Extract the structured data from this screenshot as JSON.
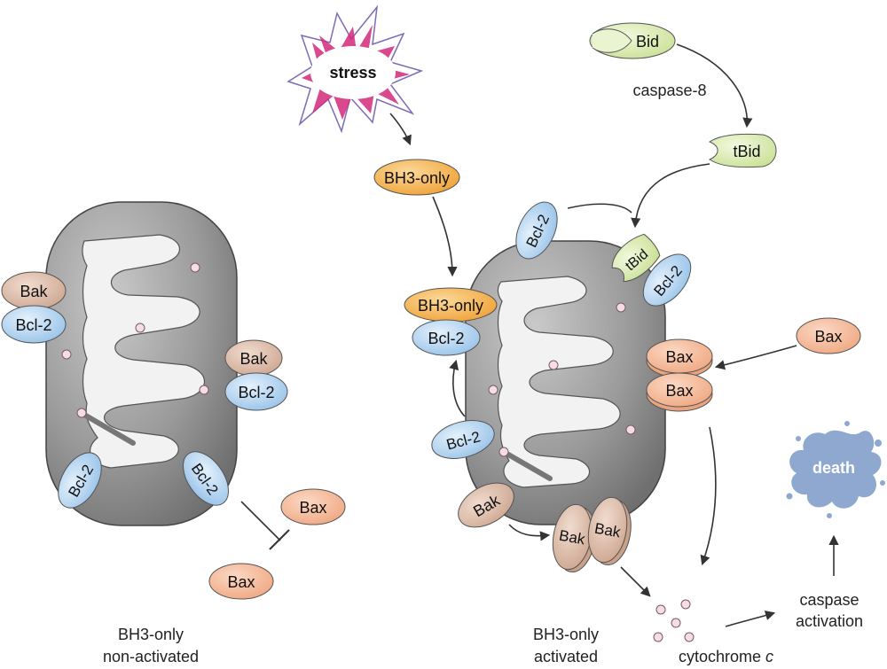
{
  "labels": {
    "stress": "stress",
    "bid": "Bid",
    "caspase8": "caspase-8",
    "tbid": "tBid",
    "bh3only": "BH3-only",
    "bcl2": "Bcl-2",
    "bak": "Bak",
    "bax": "Bax",
    "death": "death",
    "caspase": "caspase",
    "activation": "activation",
    "cytochrome": "cytochrome ",
    "cytochrome_c": "c"
  },
  "captions": {
    "left_line1": "BH3-only",
    "left_line2": "non-activated",
    "right_line1": "BH3-only",
    "right_line2": "activated"
  },
  "colors": {
    "mito_fill": "#8f8f8f",
    "cristae": "#f2f2f2",
    "bcl2": "#a9cdee",
    "bak_bax": "#f2b28f",
    "bak_left": "#d9b5a3",
    "bh3only": "#f3a941",
    "bid": "#d2e6a2",
    "death": "#8ea8cf",
    "stress": "#d4287a"
  }
}
